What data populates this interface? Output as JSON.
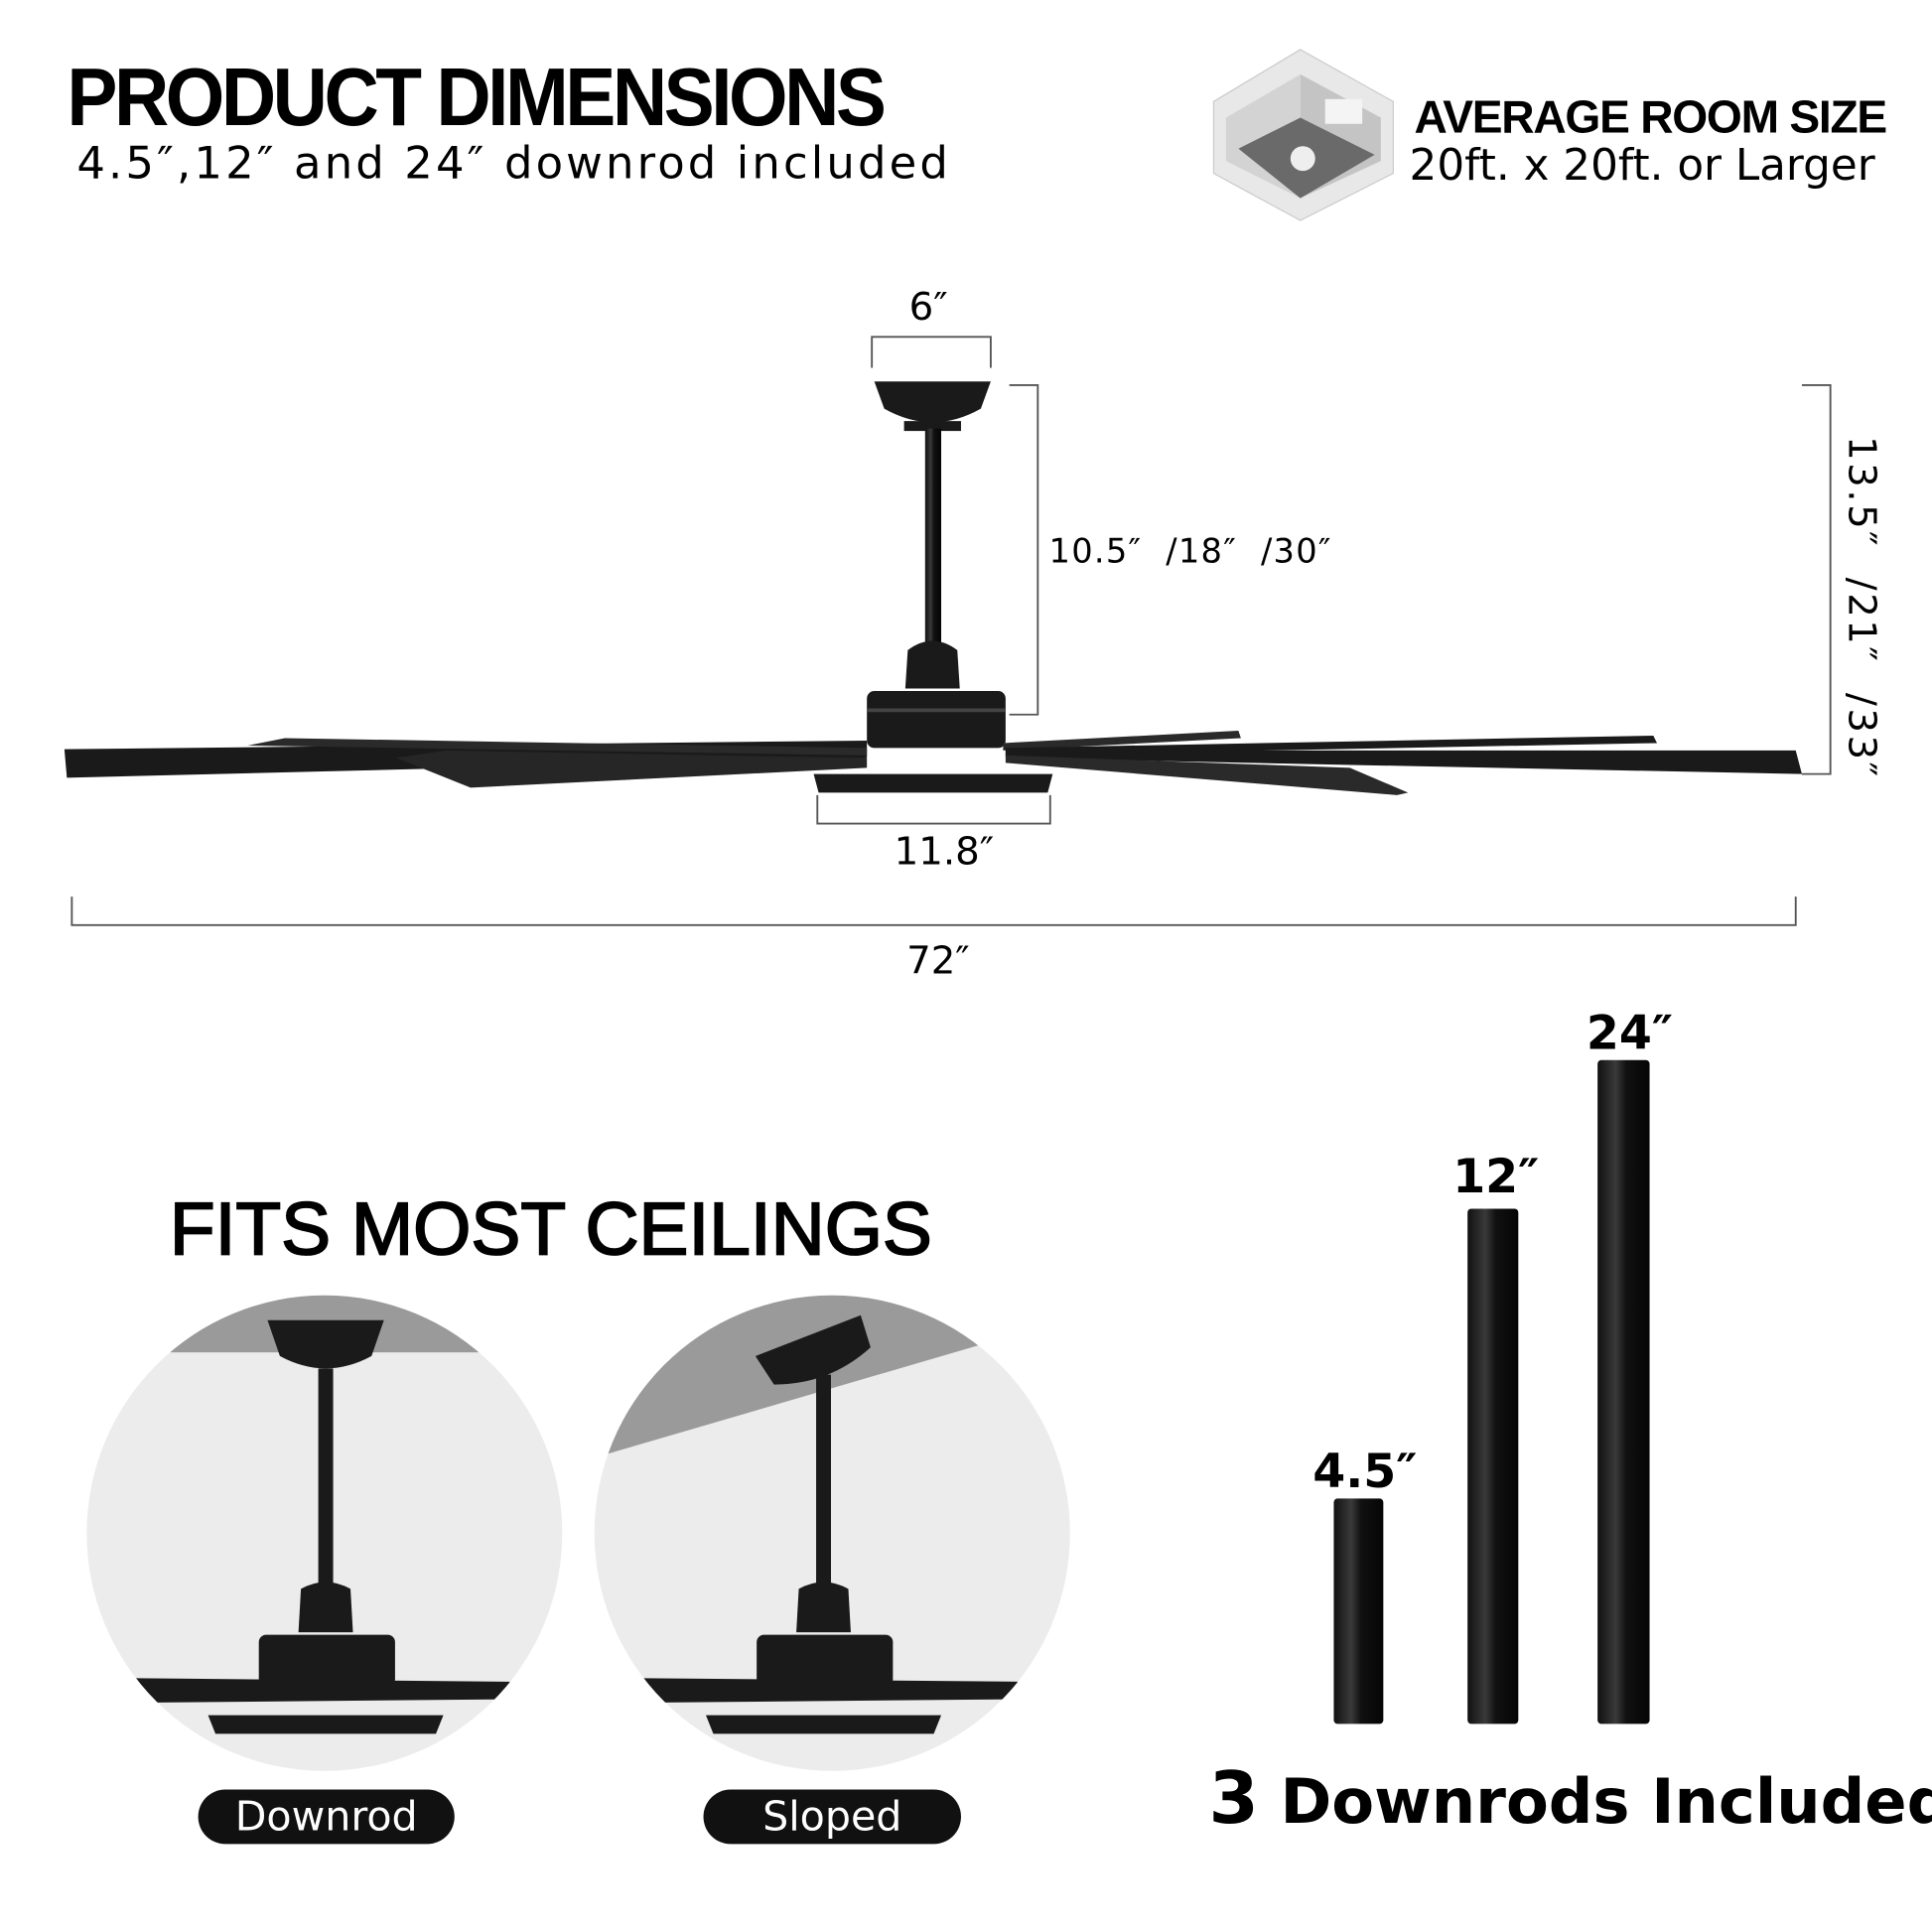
{
  "header": {
    "title": "PRODUCT DIMENSIONS",
    "subtitle": "4.5″,12″ and 24″ downrod included"
  },
  "room": {
    "icon": "room-isometric-icon",
    "title": "AVERAGE ROOM SIZE",
    "size": "20ft. x 20ft. or Larger"
  },
  "dimensions": {
    "canopy_width": "6″",
    "drop_lengths": "10.5″  /18″  /30″",
    "total_heights": "13.5″  /21″  /33″",
    "light_kit_width": "11.8″",
    "blade_span": "72″"
  },
  "mounting": {
    "title": "FITS MOST CEILINGS",
    "options": [
      "Downrod",
      "Sloped"
    ]
  },
  "downrods": {
    "lengths": [
      "4.5″",
      "12″",
      "24″"
    ],
    "count": "3",
    "caption": "Downrods Included"
  },
  "colors": {
    "product": "#1a1a1a",
    "circle_bg": "#ececec",
    "ceiling": "#9a9a9a",
    "dimension_line": "#555555"
  }
}
